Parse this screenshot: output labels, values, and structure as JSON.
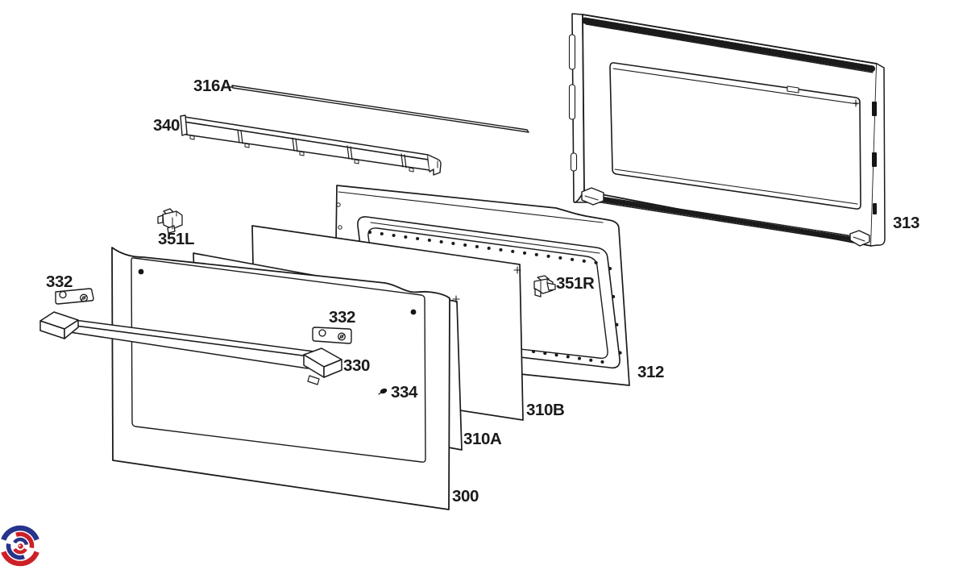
{
  "diagram": {
    "kind": "exploded-parts-diagram-oven-microwave-door",
    "labels": {
      "l316a": "316A",
      "l340": "340",
      "l313": "313",
      "l351l": "351L",
      "l332_left": "332",
      "l332_right": "332",
      "l330": "330",
      "l334": "334",
      "l351r": "351R",
      "l312": "312",
      "l310b": "310B",
      "l310a": "310A",
      "l300": "300"
    },
    "colors": {
      "line": "#1b1b1b",
      "background": "#ffffff",
      "logo_blue": "#27348b",
      "logo_red": "#cc2027"
    },
    "icons": {
      "logo": "brand-swirl-logo"
    }
  }
}
